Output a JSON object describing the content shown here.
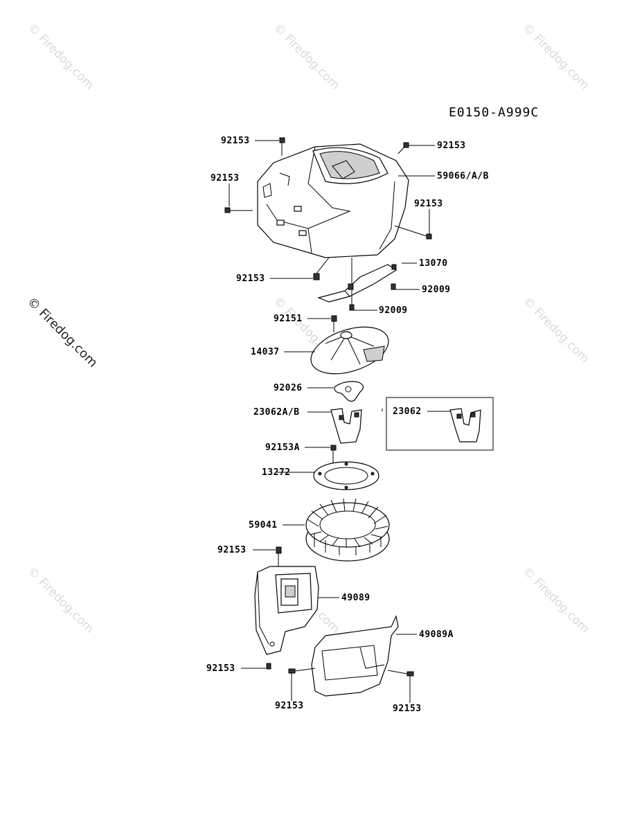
{
  "diagram_code": "E0150-A999C",
  "watermark_text": "© Firedog.com",
  "callouts": {
    "c01": "92153",
    "c02": "92153",
    "c03": "92153",
    "c04": "59066/A/B",
    "c05": "92153",
    "c06": "13070",
    "c07": "92153",
    "c08": "92009",
    "c09": "92009",
    "c10": "92151",
    "c11": "14037",
    "c12": "92026",
    "c13": "23062A/B",
    "c14": "23062",
    "c15": "92153A",
    "c16": "13272",
    "c17": "59041",
    "c18": "92153",
    "c19": "49089",
    "c20": "49089A",
    "c21": "92153",
    "c22": "92153",
    "c23": "92153"
  }
}
